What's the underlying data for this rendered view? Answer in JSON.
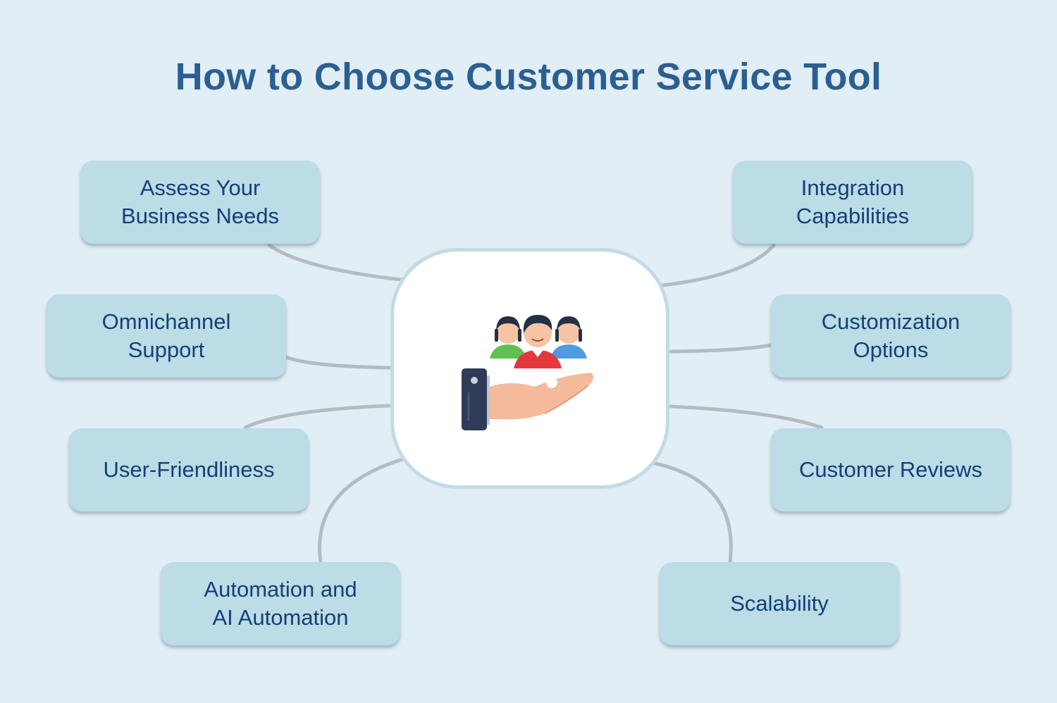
{
  "title": "How to Choose Customer Service Tool",
  "center": {
    "icon": "hand-holding-customers-icon"
  },
  "nodes": [
    {
      "id": "assess",
      "label": "Assess Your\nBusiness Needs"
    },
    {
      "id": "omnichannel",
      "label": "Omnichannel\nSupport"
    },
    {
      "id": "user-friendliness",
      "label": "User-Friendliness"
    },
    {
      "id": "automation",
      "label": "Automation and\nAI Automation"
    },
    {
      "id": "integration",
      "label": "Integration\nCapabilities"
    },
    {
      "id": "customization",
      "label": "Customization\nOptions"
    },
    {
      "id": "reviews",
      "label": "Customer Reviews"
    },
    {
      "id": "scalability",
      "label": "Scalability"
    }
  ],
  "colors": {
    "background": "#e1eef6",
    "title": "#2b5f91",
    "node_fill": "#bcdce6",
    "node_text": "#143f78",
    "connector": "#b4bcc2",
    "hub_border": "#c3dbe3"
  }
}
